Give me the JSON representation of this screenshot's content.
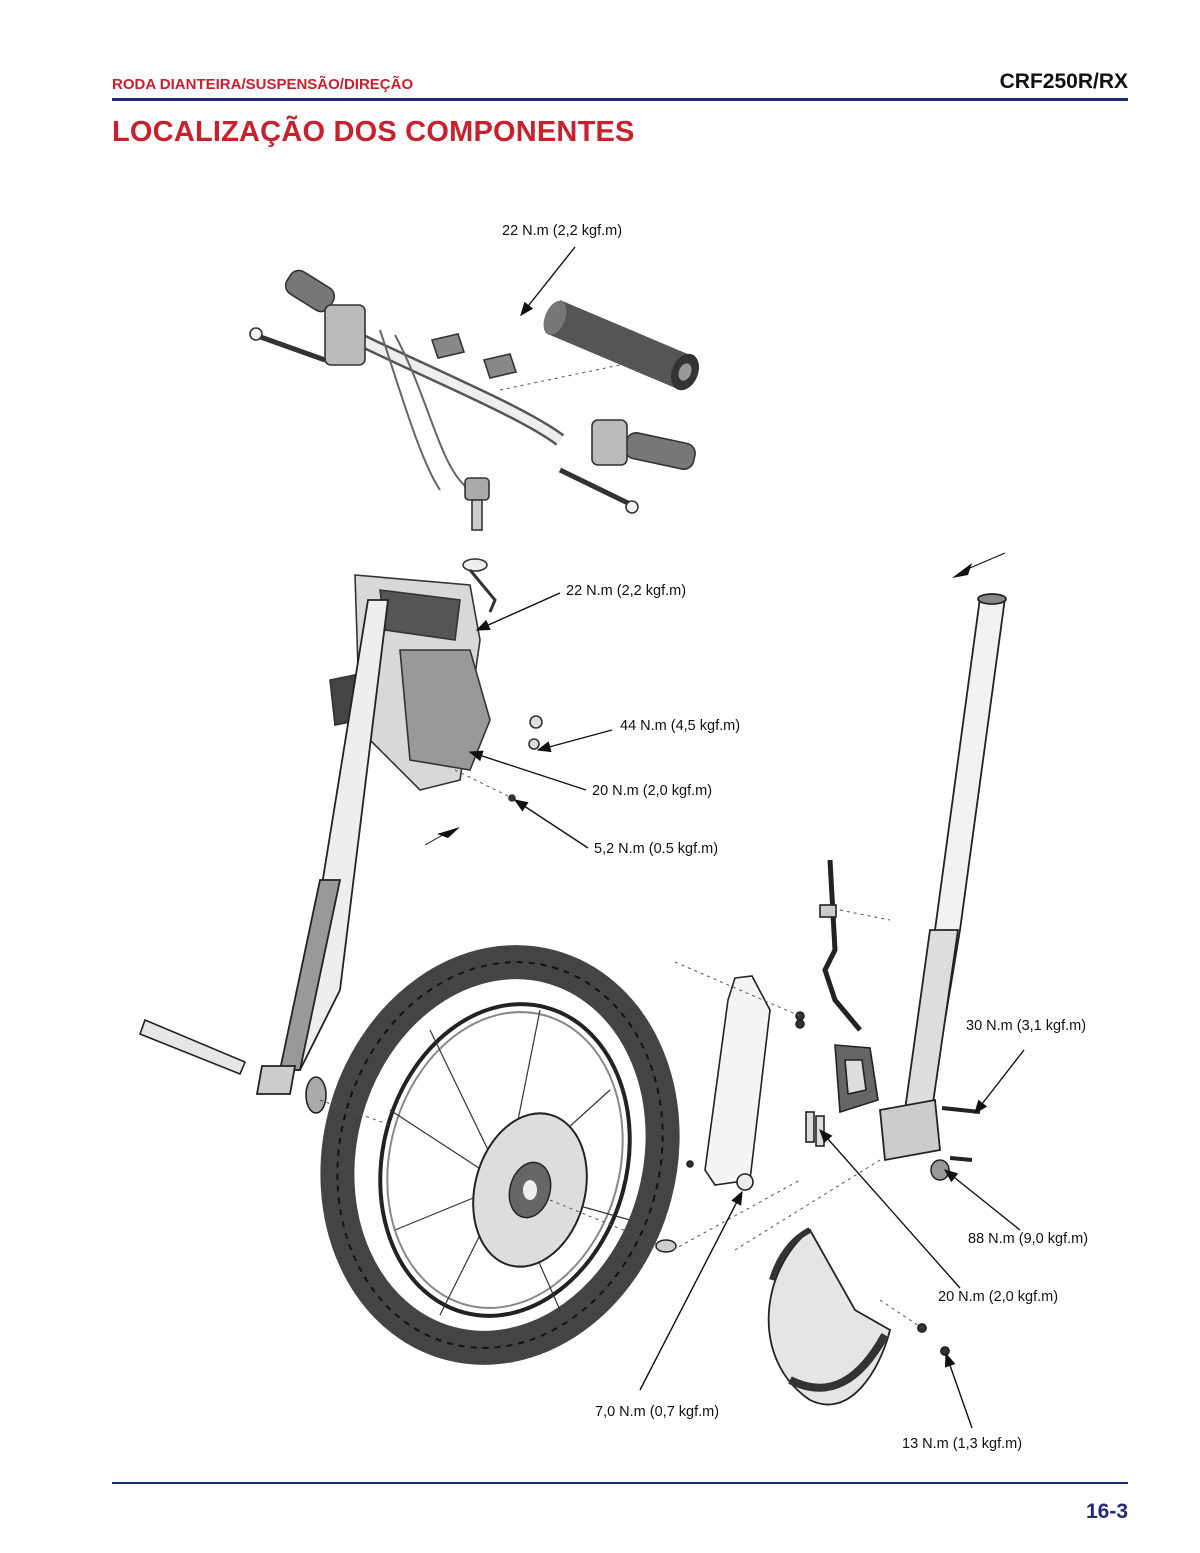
{
  "header": {
    "section": "RODA DIANTEIRA/SUSPENSÃO/DIREÇÃO",
    "model": "CRF250R/RX"
  },
  "title": "LOCALIZAÇÃO DOS COMPONENTES",
  "callouts": [
    {
      "id": "handlebar-holder-bolt",
      "text": "22 N.m (2,2 kgf.m)"
    },
    {
      "id": "steering-stem-nut",
      "text": "22 N.m (2,2 kgf.m)"
    },
    {
      "id": "upper-pinch-bolt",
      "text": "44 N.m (4,5 kgf.m)"
    },
    {
      "id": "lower-pinch-bolt",
      "text": "20 N.m (2,0 kgf.m)"
    },
    {
      "id": "small-bolt",
      "text": "5,2 N.m (0.5 kgf.m)"
    },
    {
      "id": "caliper-bolt",
      "text": "30 N.m (3,1 kgf.m)"
    },
    {
      "id": "axle-nut",
      "text": "88 N.m (9,0 kgf.m)"
    },
    {
      "id": "axle-pinch-bolt",
      "text": "20 N.m (2,0 kgf.m)"
    },
    {
      "id": "fork-guard-bolt",
      "text": "7,0 N.m (0,7 kgf.m)"
    },
    {
      "id": "disc-cover-bolt",
      "text": "13 N.m (1,3 kgf.m)"
    }
  ],
  "footer": {
    "page": "16-3"
  },
  "colors": {
    "accent_red": "#c8202c",
    "rule_blue": "#1f2a7a"
  }
}
